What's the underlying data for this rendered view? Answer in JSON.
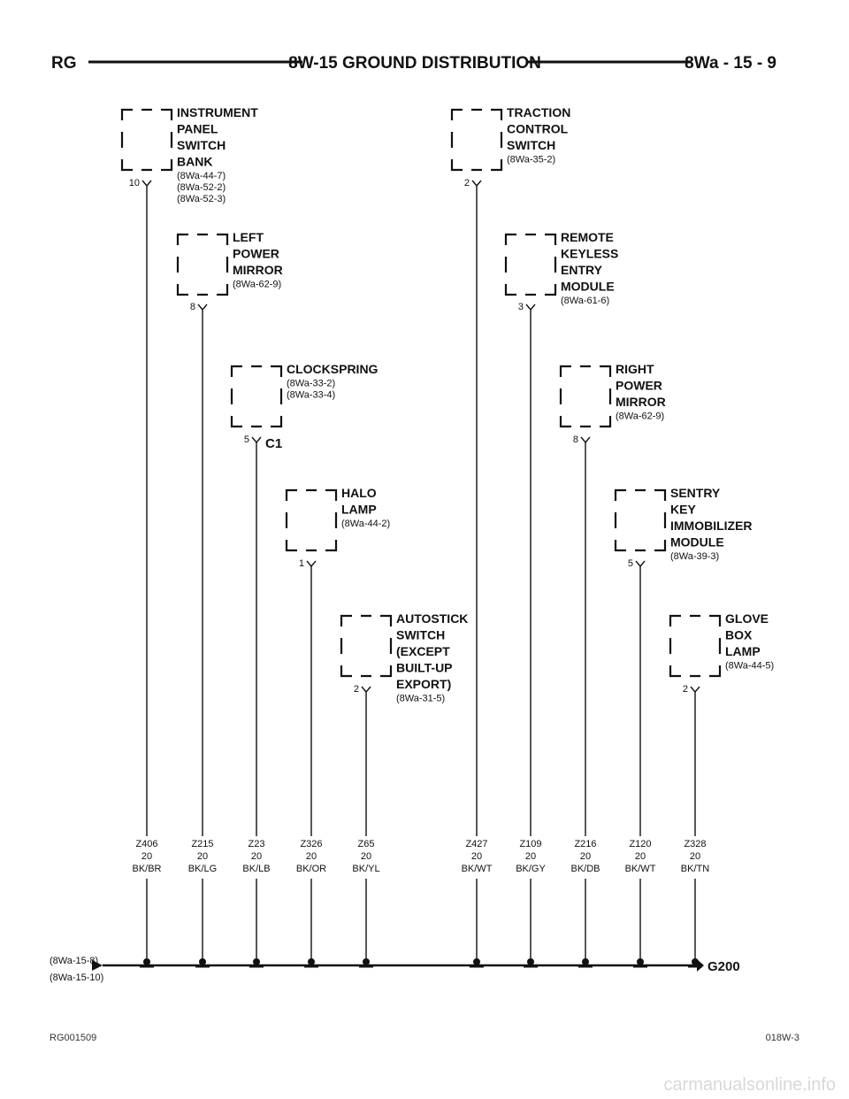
{
  "header": {
    "left": "RG",
    "title": "8W-15 GROUND DISTRIBUTION",
    "right": "8Wa - 15 - 9"
  },
  "components": [
    {
      "id": "ips",
      "title": [
        "INSTRUMENT",
        "PANEL",
        "SWITCH",
        "BANK"
      ],
      "refs": [
        "(8Wa-44-7)",
        "(8Wa-52-2)",
        "(8Wa-52-3)"
      ],
      "pin": "10"
    },
    {
      "id": "lpm",
      "title": [
        "LEFT",
        "POWER",
        "MIRROR"
      ],
      "refs": [
        "(8Wa-62-9)"
      ],
      "pin": "8"
    },
    {
      "id": "cls",
      "title": [
        "CLOCKSPRING"
      ],
      "refs": [
        "(8Wa-33-2)",
        "(8Wa-33-4)"
      ],
      "pin": "5",
      "connector": "C1"
    },
    {
      "id": "hal",
      "title": [
        "HALO",
        "LAMP"
      ],
      "refs": [
        "(8Wa-44-2)"
      ],
      "pin": "1"
    },
    {
      "id": "aut",
      "title": [
        "AUTOSTICK",
        "SWITCH",
        "(EXCEPT",
        "BUILT-UP",
        "EXPORT)"
      ],
      "refs": [
        "(8Wa-31-5)"
      ],
      "pin": "2"
    },
    {
      "id": "tcs",
      "title": [
        "TRACTION",
        "CONTROL",
        "SWITCH"
      ],
      "refs": [
        "(8Wa-35-2)"
      ],
      "pin": "2"
    },
    {
      "id": "rke",
      "title": [
        "REMOTE",
        "KEYLESS",
        "ENTRY",
        "MODULE"
      ],
      "refs": [
        "(8Wa-61-6)"
      ],
      "pin": "3"
    },
    {
      "id": "rpm",
      "title": [
        "RIGHT",
        "POWER",
        "MIRROR"
      ],
      "refs": [
        "(8Wa-62-9)"
      ],
      "pin": "8"
    },
    {
      "id": "skim",
      "title": [
        "SENTRY",
        "KEY",
        "IMMOBILIZER",
        "MODULE"
      ],
      "refs": [
        "(8Wa-39-3)"
      ],
      "pin": "5"
    },
    {
      "id": "glv",
      "title": [
        "GLOVE",
        "BOX",
        "LAMP"
      ],
      "refs": [
        "(8Wa-44-5)"
      ],
      "pin": "2"
    }
  ],
  "wires": [
    {
      "circuit": "Z406",
      "gauge": "20",
      "color": "BK/BR"
    },
    {
      "circuit": "Z215",
      "gauge": "20",
      "color": "BK/LG"
    },
    {
      "circuit": "Z23",
      "gauge": "20",
      "color": "BK/LB"
    },
    {
      "circuit": "Z326",
      "gauge": "20",
      "color": "BK/OR"
    },
    {
      "circuit": "Z65",
      "gauge": "20",
      "color": "BK/YL"
    },
    {
      "circuit": "Z427",
      "gauge": "20",
      "color": "BK/WT"
    },
    {
      "circuit": "Z109",
      "gauge": "20",
      "color": "BK/GY"
    },
    {
      "circuit": "Z216",
      "gauge": "20",
      "color": "BK/DB"
    },
    {
      "circuit": "Z120",
      "gauge": "20",
      "color": "BK/WT"
    },
    {
      "circuit": "Z328",
      "gauge": "20",
      "color": "BK/TN"
    }
  ],
  "bus": {
    "refs": [
      "(8Wa-15-8)",
      "(8Wa-15-10)"
    ],
    "ground": "G200"
  },
  "footer": {
    "left": "RG001509",
    "right": "018W-3"
  },
  "watermark": "carmanualsonline.info"
}
